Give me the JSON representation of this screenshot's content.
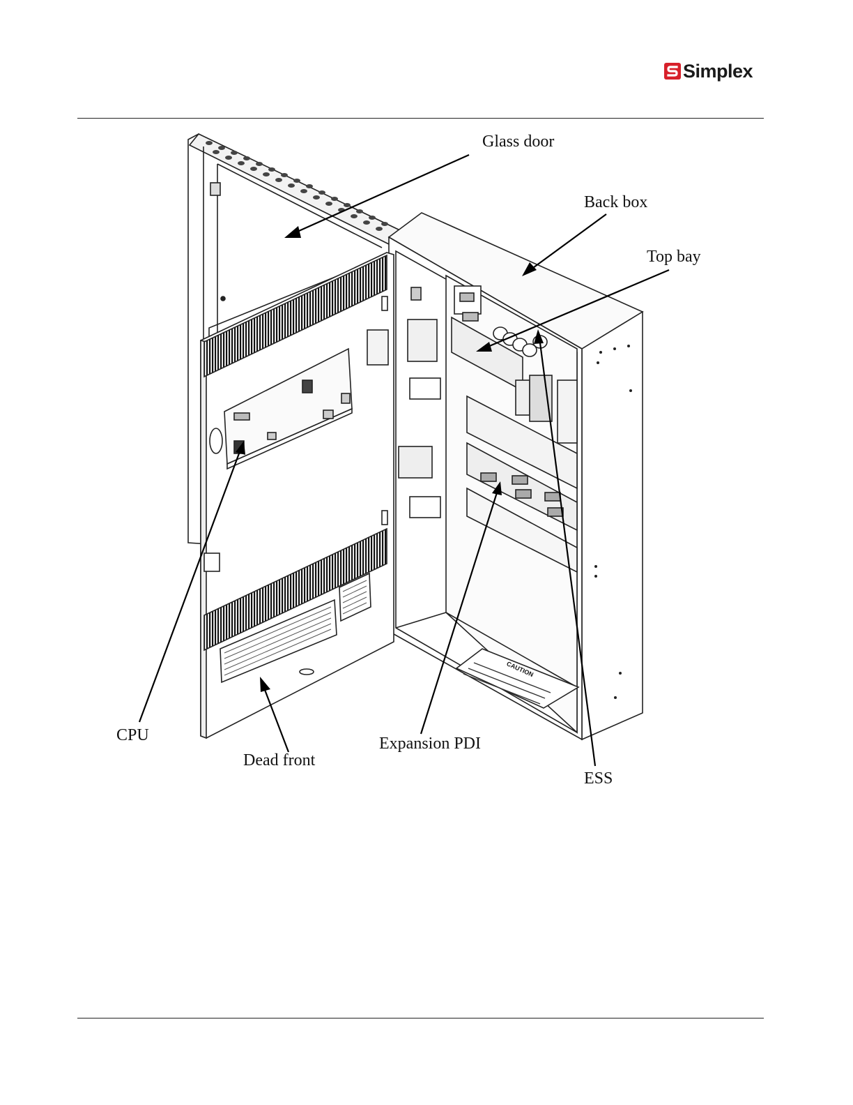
{
  "header": {
    "logo_text": "Simplex",
    "logo_icon": "simplex-s-icon",
    "brand_color": "#d7202a"
  },
  "callouts": {
    "glass_door": "Glass door",
    "back_box": "Back box",
    "top_bay": "Top bay",
    "cpu": "CPU",
    "dead_front": "Dead front",
    "expansion_pdi": "Expansion PDI",
    "ess": "ESS"
  },
  "panel": {
    "caution_title": "CAUTION"
  }
}
